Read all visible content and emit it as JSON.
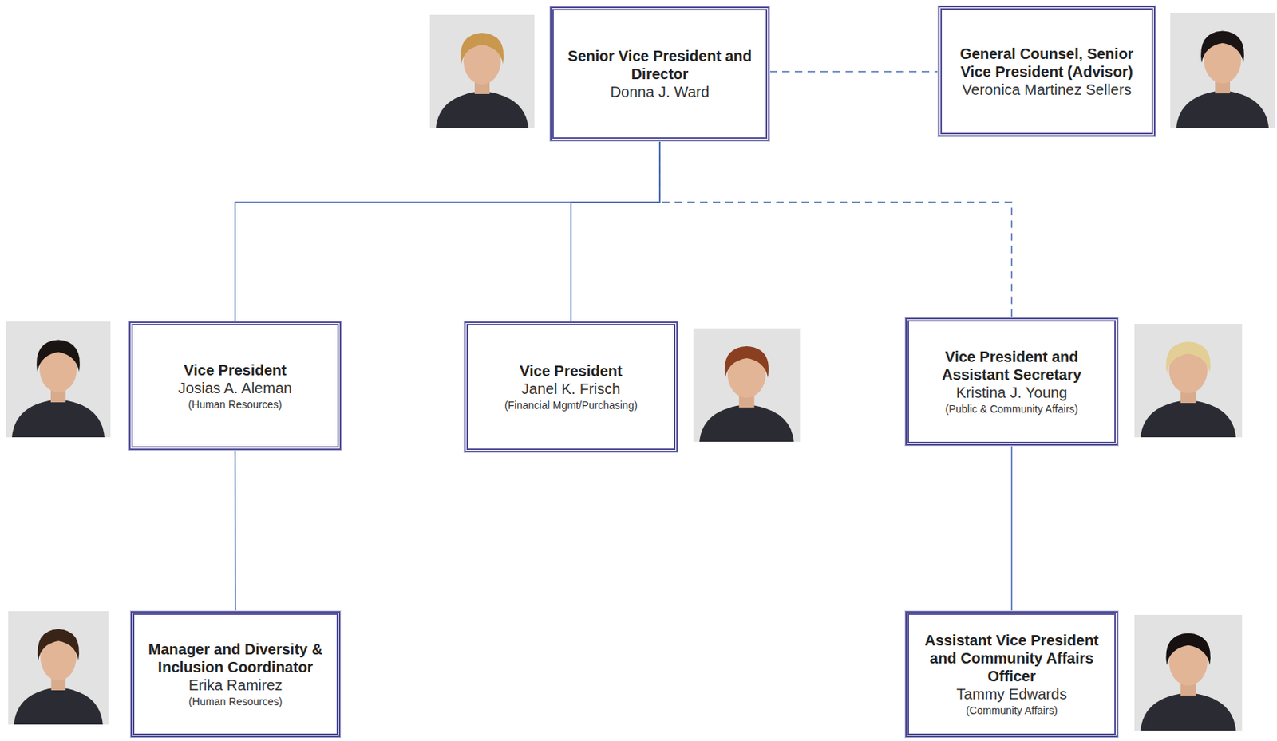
{
  "diagram": {
    "nodes": [
      {
        "text": [
          "Senior Vice President and Director",
          "Donna J. Ward"
        ]
      },
      {
        "text": [
          "General Counsel, Senior Vice President (Advisor)",
          "Veronica Martinez Sellers"
        ]
      },
      {
        "text": [
          "Vice President",
          "Josias A. Aleman",
          "(Human Resources)"
        ]
      },
      {
        "text": [
          "Vice President",
          "Janel K. Frisch",
          "(Financial Mgmt/Purchasing)"
        ]
      },
      {
        "text": [
          "Vice President and Assistant Secretary",
          "Kristina J. Young",
          "(Public & Community Affairs)"
        ]
      },
      {
        "text": [
          "Manager and Diversity & Inclusion Coordinator",
          "Erika Ramirez",
          "(Human Resources)"
        ]
      },
      {
        "text": [
          "Assistant Vice President and Community Affairs Officer",
          "Tammy Edwards",
          "(Community Affairs)"
        ]
      }
    ],
    "edges": [
      {
        "from": 0,
        "to": 1,
        "arrow": "none"
      },
      {
        "from": 0,
        "to": 2,
        "arrow": "none"
      },
      {
        "from": 0,
        "to": 3,
        "arrow": "none"
      },
      {
        "from": 0,
        "to": 4,
        "arrow": "none"
      },
      {
        "from": 2,
        "to": 5,
        "arrow": "none"
      },
      {
        "from": 4,
        "to": 6,
        "arrow": "none"
      }
    ]
  }
}
